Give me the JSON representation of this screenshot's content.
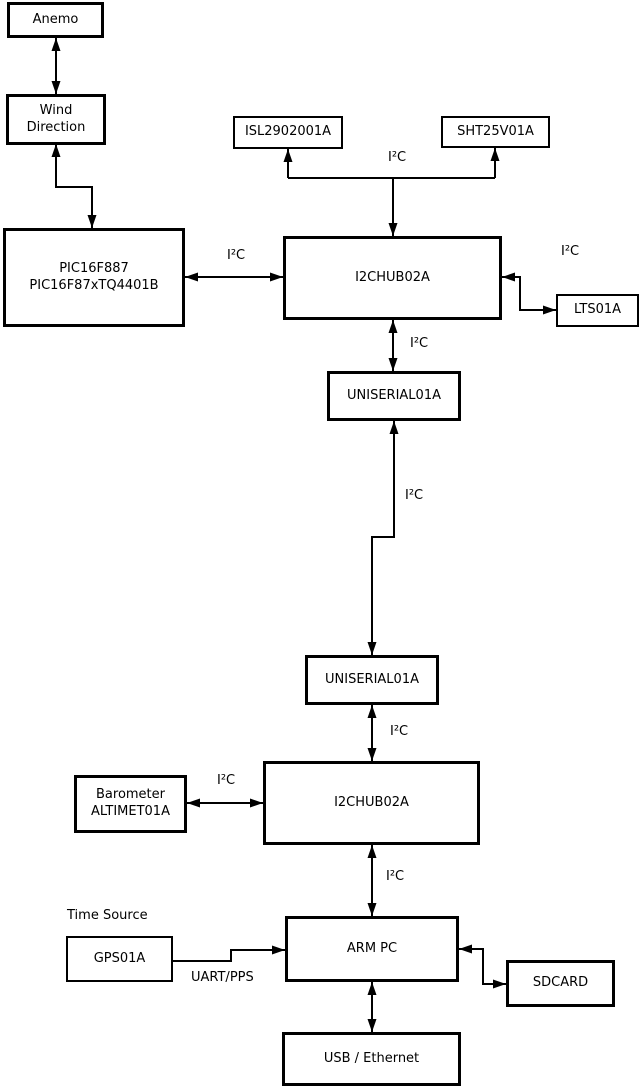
{
  "diagram_type": "hardware-block-diagram",
  "colors": {
    "stroke": "#000000",
    "background": "#ffffff",
    "text": "#000000"
  },
  "nodes": [
    {
      "id": "anemo",
      "lines": [
        "Anemo"
      ]
    },
    {
      "id": "wind-direction",
      "lines": [
        "Wind",
        "Direction"
      ]
    },
    {
      "id": "pic",
      "lines": [
        "PIC16F887",
        "PIC16F87xTQ4401B"
      ]
    },
    {
      "id": "isl",
      "lines": [
        "ISL2902001A"
      ]
    },
    {
      "id": "sht",
      "lines": [
        "SHT25V01A"
      ]
    },
    {
      "id": "i2chub-1",
      "lines": [
        "I2CHUB02A"
      ]
    },
    {
      "id": "lts",
      "lines": [
        "LTS01A"
      ]
    },
    {
      "id": "uniserial-1",
      "lines": [
        "UNISERIAL01A"
      ]
    },
    {
      "id": "uniserial-2",
      "lines": [
        "UNISERIAL01A"
      ]
    },
    {
      "id": "i2chub-2",
      "lines": [
        "I2CHUB02A"
      ]
    },
    {
      "id": "barometer",
      "lines": [
        "Barometer",
        "ALTIMET01A"
      ]
    },
    {
      "id": "gps",
      "lines": [
        "GPS01A"
      ]
    },
    {
      "id": "arm-pc",
      "lines": [
        "ARM PC"
      ]
    },
    {
      "id": "sdcard",
      "lines": [
        "SDCARD"
      ]
    },
    {
      "id": "usb-ethernet",
      "lines": [
        "USB / Ethernet"
      ]
    }
  ],
  "edge_labels": {
    "i2c": "I²C",
    "uart_pps": "UART/PPS",
    "time_source": "Time Source"
  }
}
